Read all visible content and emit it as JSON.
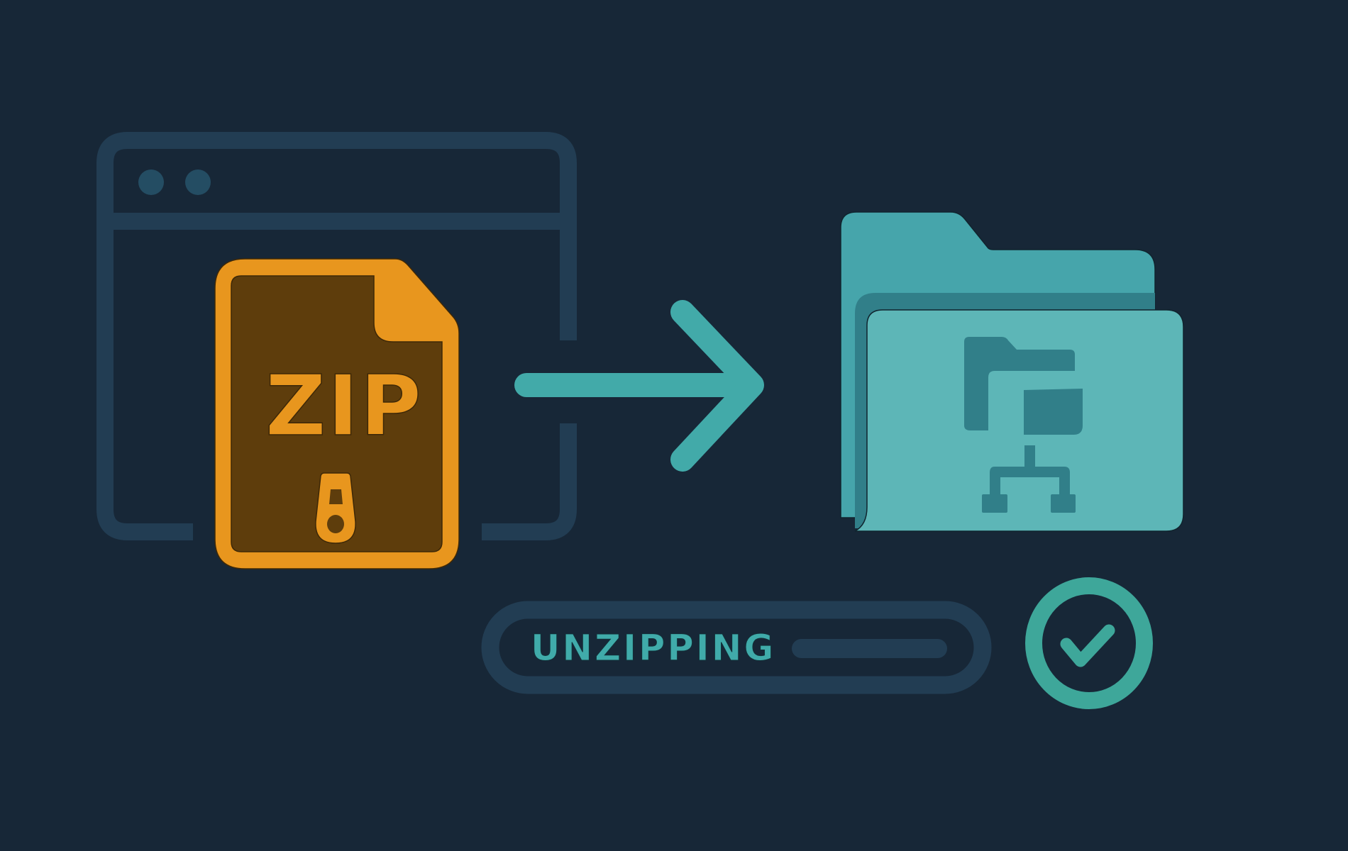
{
  "scene": {
    "description": "Unzipping illustration: ZIP archive in a browser window extracting to a folder",
    "background_color": "#172737"
  },
  "window": {
    "frame_color": "#223d53",
    "dot_color": "#244d63",
    "dots": 2
  },
  "zip_file": {
    "label": "ZIP",
    "outline_color": "#e8961e",
    "fill_color": "#5e3d0c",
    "icon": "zipper-pull-icon"
  },
  "arrow": {
    "icon": "arrow-right-icon",
    "color": "#42aaa9"
  },
  "folder": {
    "icon": "folder-icon",
    "glyph": "folder-tree-icon",
    "back_color": "#46a5ab",
    "band_color": "#317f89",
    "front_color": "#5db6b7",
    "glyph_color": "#317f89"
  },
  "progress": {
    "label": "UNZIPPING",
    "track_color": "#223d53",
    "label_color": "#40abaa"
  },
  "status": {
    "icon": "check-circle-icon",
    "color": "#3ea79a"
  }
}
